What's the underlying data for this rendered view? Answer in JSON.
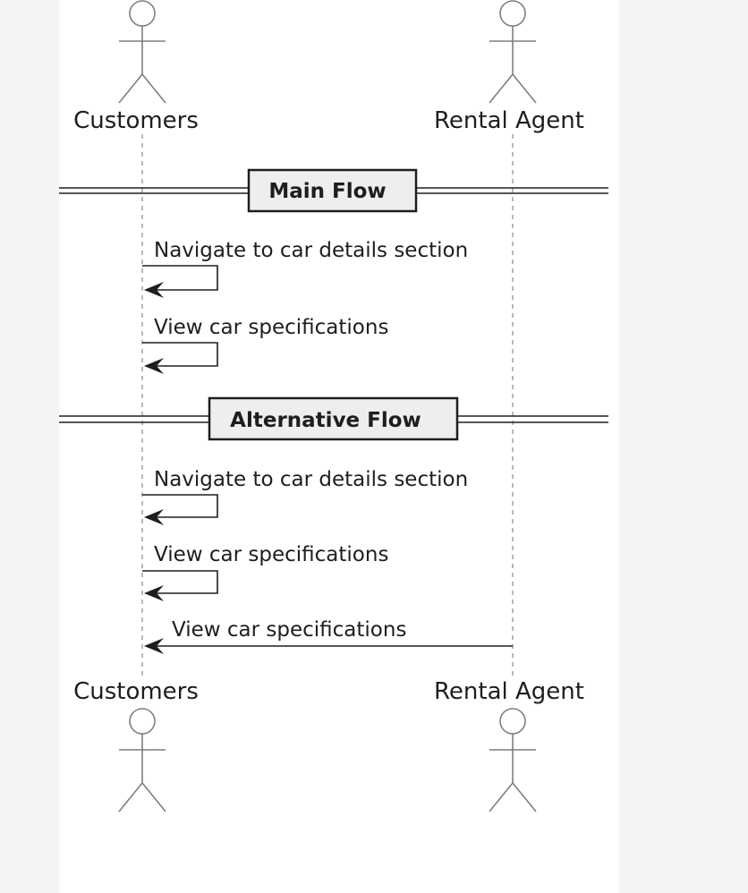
{
  "participants": {
    "customers": {
      "label": "Customers"
    },
    "rental_agent": {
      "label": "Rental Agent"
    }
  },
  "dividers": [
    {
      "label": "Main Flow"
    },
    {
      "label": "Alternative Flow"
    }
  ],
  "messages": [
    {
      "label": "Navigate to car details section",
      "from": "customers",
      "to": "customers"
    },
    {
      "label": "View car specifications",
      "from": "customers",
      "to": "customers"
    },
    {
      "label": "Navigate to car details section",
      "from": "customers",
      "to": "customers"
    },
    {
      "label": "View car specifications",
      "from": "customers",
      "to": "customers"
    },
    {
      "label": "View car specifications",
      "from": "rental_agent",
      "to": "customers"
    }
  ]
}
